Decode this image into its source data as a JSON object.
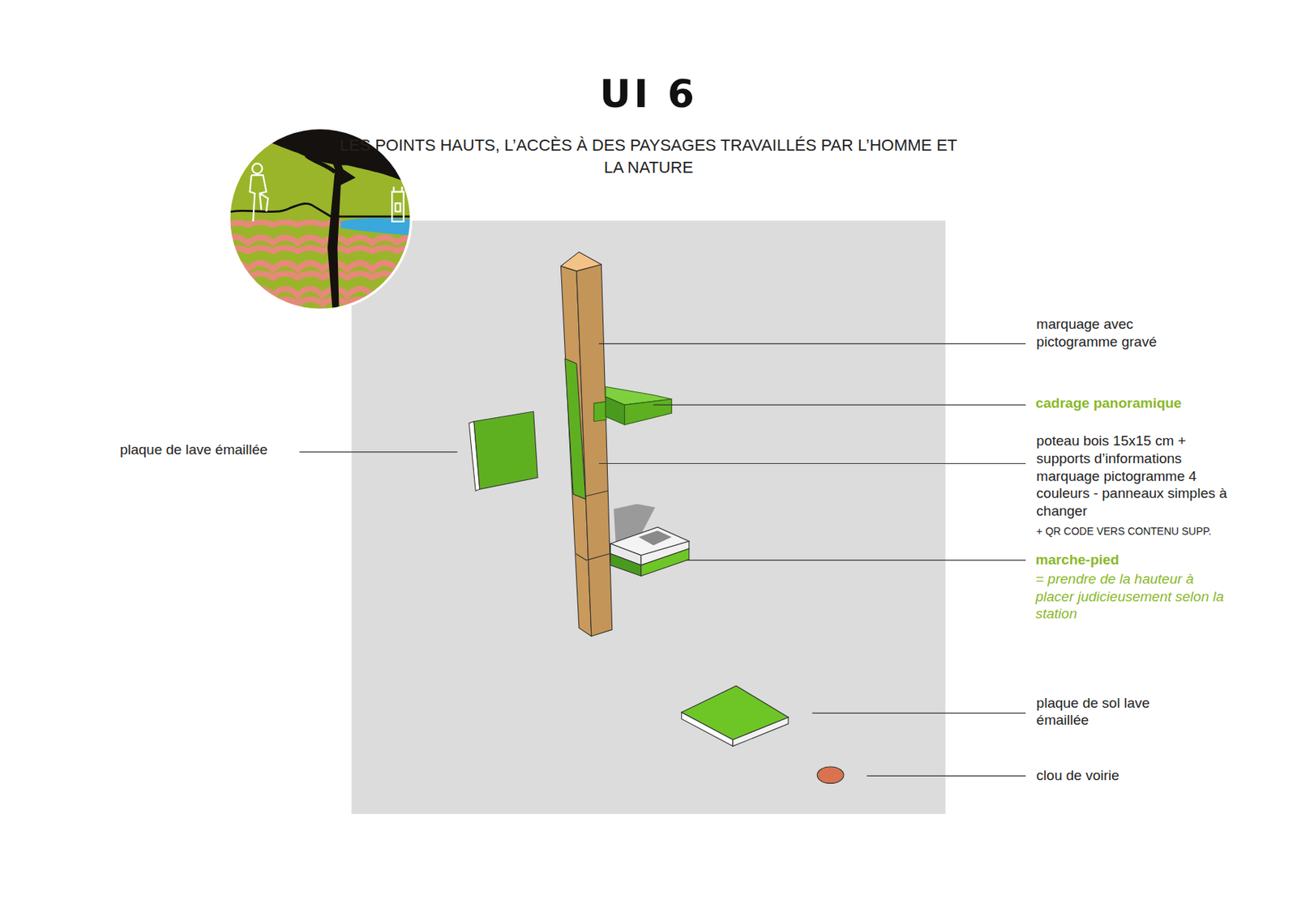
{
  "diagram": {
    "title": "UI 6",
    "labels": [
      "LES POINTS HAUTS, L’ACCÈS À DES PAYSAGES TRAVAILLÉS PAR L’HOMME ET LA NATURE",
      "marquage avec pictogramme gravé",
      "cadrage panoramique",
      "plaque de lave émaillée",
      "poteau bois 15x15 cm + supports d’informations marquage pictogramme 4 couleurs - panneaux simples à changer",
      "+ QR CODE VERS CONTENU SUPP.",
      "marche-pied",
      "= prendre de la hauteur à placer judicieusement selon la station",
      "plaque de sol lave émaillée",
      "clou de voirie"
    ]
  }
}
